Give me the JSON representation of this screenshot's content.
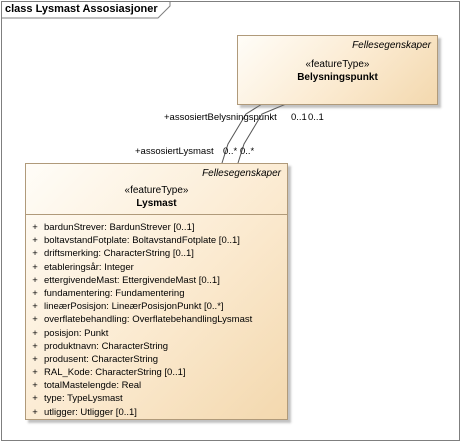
{
  "diagram": {
    "frame_title": "class Lysmast Assosiasjoner",
    "classes": {
      "belysningspunkt": {
        "stereotype_note": "Fellesegenskaper",
        "feature_type": "«featureType»",
        "name": "Belysningspunkt"
      },
      "lysmast": {
        "stereotype_note": "Fellesegenskaper",
        "feature_type": "«featureType»",
        "name": "Lysmast",
        "attributes": [
          {
            "visibility": "+",
            "text": "bardunStrever: BardunStrever [0..1]"
          },
          {
            "visibility": "+",
            "text": "boltavstandFotplate: BoltavstandFotplate [0..1]"
          },
          {
            "visibility": "+",
            "text": "driftsmerking: CharacterString [0..1]"
          },
          {
            "visibility": "+",
            "text": "etableringsår: Integer"
          },
          {
            "visibility": "+",
            "text": "ettergivendeMast: EttergivendeMast [0..1]"
          },
          {
            "visibility": "+",
            "text": "fundamentering: Fundamentering"
          },
          {
            "visibility": "+",
            "text": "lineærPosisjon: LineærPosisjonPunkt [0..*]"
          },
          {
            "visibility": "+",
            "text": "overflatebehandling: OverflatebehandlingLysmast"
          },
          {
            "visibility": "+",
            "text": "posisjon: Punkt"
          },
          {
            "visibility": "+",
            "text": "produktnavn: CharacterString"
          },
          {
            "visibility": "+",
            "text": "produsent: CharacterString"
          },
          {
            "visibility": "+",
            "text": "RAL_Kode: CharacterString [0..1]"
          },
          {
            "visibility": "+",
            "text": "totalMastelengde: Real"
          },
          {
            "visibility": "+",
            "text": "type: TypeLysmast"
          },
          {
            "visibility": "+",
            "text": "utligger: Utligger [0..1]"
          }
        ]
      }
    },
    "associations": [
      {
        "role_end1": "+assosiertBelysningspunkt",
        "mult_end1": "0..1",
        "mult_end2": "0..1"
      },
      {
        "role_end2": "+assosiertLysmast",
        "mult_end1": "0..*",
        "mult_end2": "0..*"
      }
    ],
    "colors": {
      "class_fill_light": "#fffdf8",
      "class_fill_dark": "#f3d8ae",
      "class_border": "#b09a7a",
      "frame_border": "#7f7f7f"
    }
  }
}
